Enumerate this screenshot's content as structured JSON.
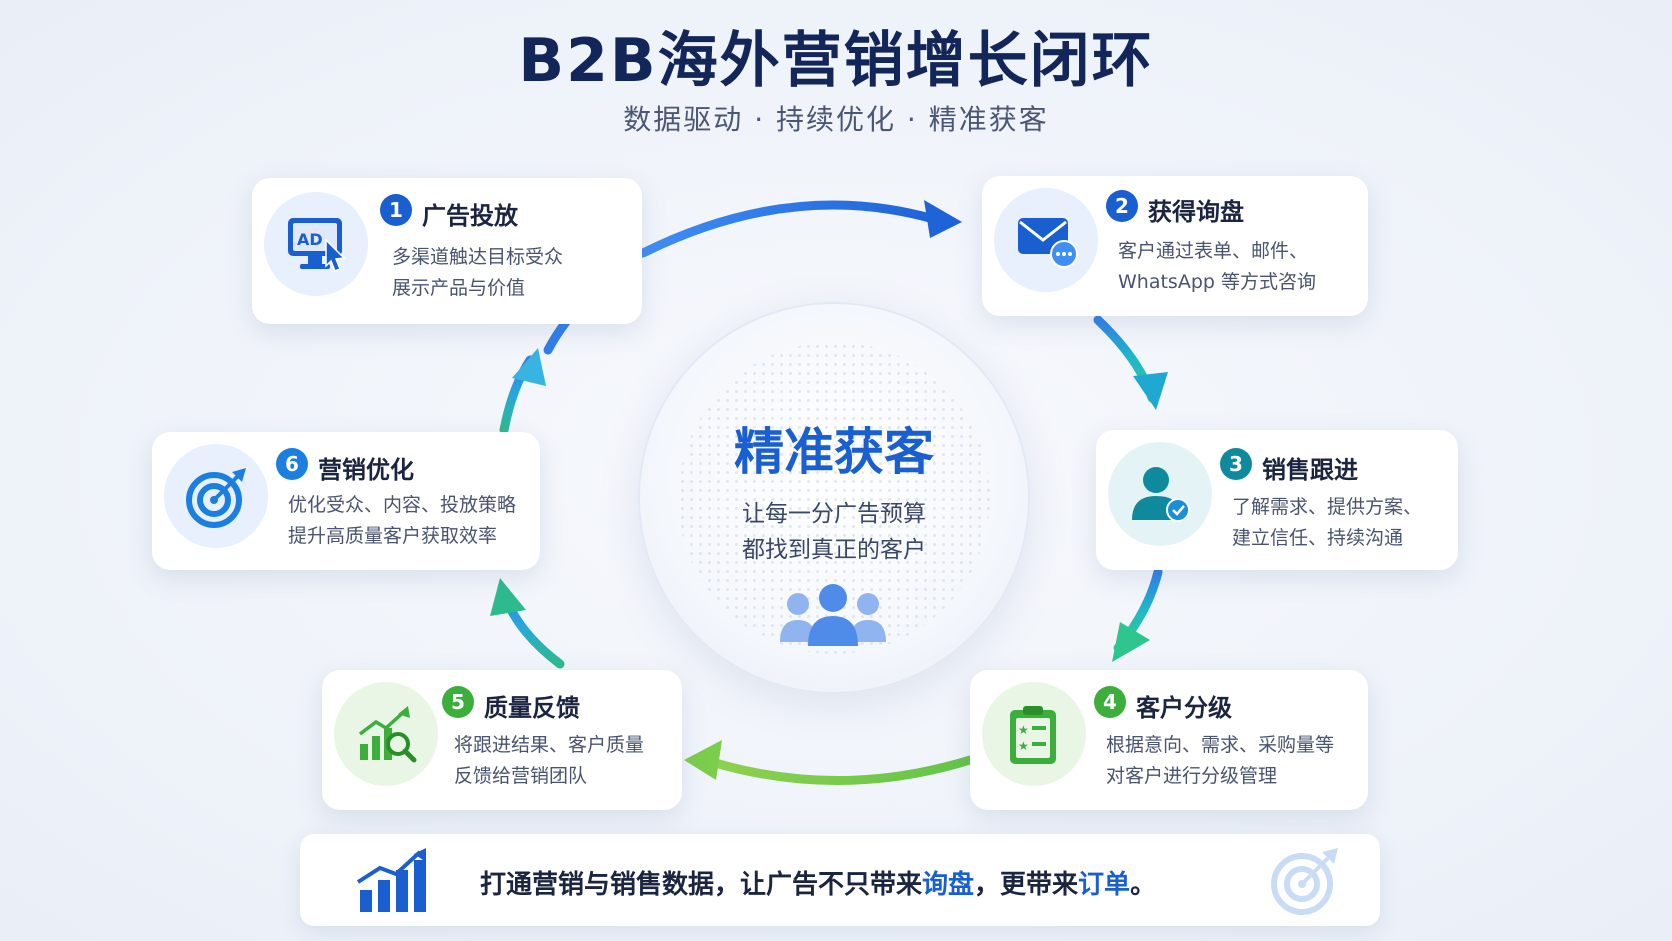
{
  "header": {
    "title": "B2B海外营销增长闭环",
    "subtitle": "数据驱动 · 持续优化 · 精准获客"
  },
  "center": {
    "title": "精准获客",
    "line1": "让每一分广告预算",
    "line2": "都找到真正的客户",
    "icon": "people-group-icon"
  },
  "steps": [
    {
      "num": "1",
      "title": "广告投放",
      "desc1": "多渠道触达目标受众",
      "desc2": "展示产品与价值",
      "icon": "ad-monitor-icon",
      "color": "#1a5fd0"
    },
    {
      "num": "2",
      "title": "获得询盘",
      "desc1": "客户通过表单、邮件、",
      "desc2": "WhatsApp 等方式咨询",
      "icon": "mail-chat-icon",
      "color": "#1a5fd0"
    },
    {
      "num": "3",
      "title": "销售跟进",
      "desc1": "了解需求、提供方案、",
      "desc2": "建立信任、持续沟通",
      "icon": "user-check-icon",
      "color": "#0f8a9c"
    },
    {
      "num": "4",
      "title": "客户分级",
      "desc1": "根据意向、需求、采购量等",
      "desc2": "对客户进行分级管理",
      "icon": "clipboard-rating-icon",
      "color": "#3cae3c"
    },
    {
      "num": "5",
      "title": "质量反馈",
      "desc1": "将跟进结果、客户质量",
      "desc2": "反馈给营销团队",
      "icon": "chart-magnifier-icon",
      "color": "#3cae3c"
    },
    {
      "num": "6",
      "title": "营销优化",
      "desc1": "优化受众、内容、投放策略",
      "desc2": "提升高质量客户获取效率",
      "icon": "target-arrow-icon",
      "color": "#1a7fe0"
    }
  ],
  "banner": {
    "part1": "打通营销与销售数据，让广告不只带来",
    "highlight1": "询盘",
    "part2": "，更带来",
    "highlight2": "订单",
    "part3": "。",
    "left_icon": "growth-chart-icon",
    "right_icon": "target-icon"
  }
}
